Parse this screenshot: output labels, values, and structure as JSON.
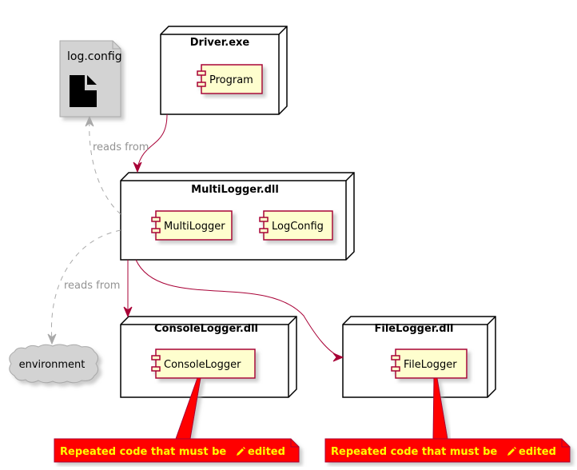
{
  "colors": {
    "component_fill": "#FEFECE",
    "component_border": "#A80036",
    "node_fill": "#FFFFFF",
    "node_border": "#000000",
    "artifact_fill": "#D3D3D3",
    "cloud_fill": "#D3D3D3",
    "arrow_solid": "#A80036",
    "arrow_dashed": "#A9A9A9",
    "note_fill": "#FF0000",
    "note_text": "#FFFF00"
  },
  "artifact": {
    "label": "log.config",
    "icon": "file-icon"
  },
  "cloud": {
    "label": "environment"
  },
  "nodes": {
    "driver": {
      "title": "Driver.exe",
      "components": [
        "Program"
      ]
    },
    "multilogger": {
      "title": "MultiLogger.dll",
      "components": [
        "MultiLogger",
        "LogConfig"
      ]
    },
    "consolelogger": {
      "title": "ConsoleLogger.dll",
      "components": [
        "ConsoleLogger"
      ]
    },
    "filelogger": {
      "title": "FileLogger.dll",
      "components": [
        "FileLogger"
      ]
    }
  },
  "edges": {
    "reads_config": "reads from",
    "reads_env": "reads from"
  },
  "notes": {
    "console": {
      "text": "Repeated code that must be",
      "icon": "pencil-icon",
      "suffix": "edited"
    },
    "file": {
      "text": "Repeated code that must be",
      "icon": "pencil-icon",
      "suffix": "edited"
    }
  }
}
